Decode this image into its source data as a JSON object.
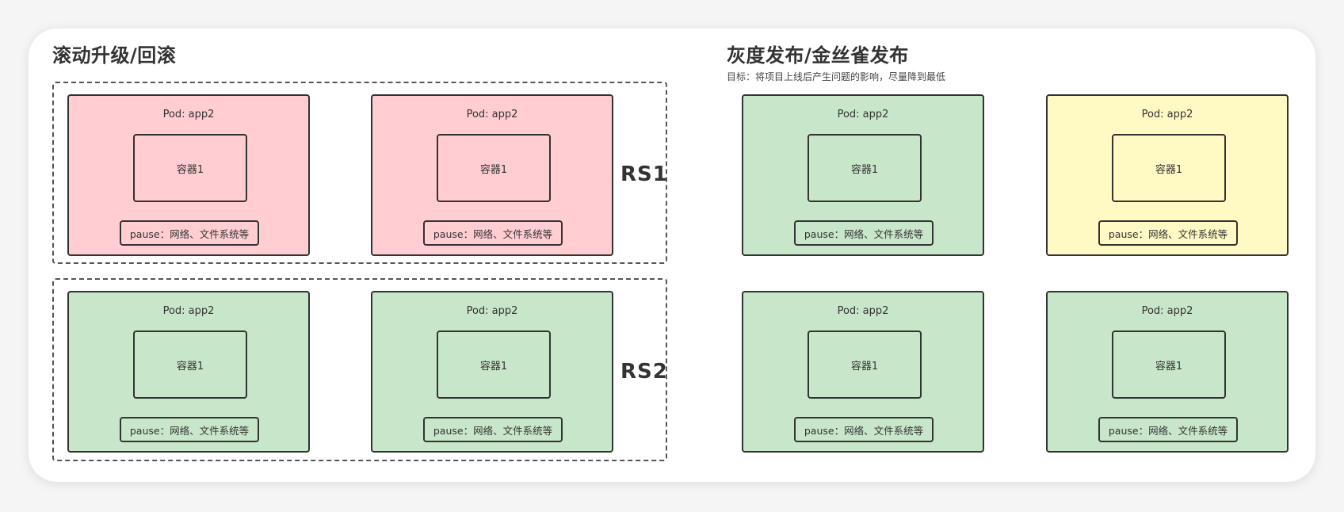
{
  "left_section": {
    "title": "滚动升级/回滚",
    "rs1_label": "RS1",
    "rs2_label": "RS2"
  },
  "right_section": {
    "title": "灰度发布/金丝雀发布",
    "subtitle": "目标：将项目上线后产生问题的影响，尽量降到最低"
  },
  "pods": [
    {
      "label": "Pod: app2",
      "container": "容器1",
      "pause": "pause：网络、文件系统等",
      "color": "#ffcdd2"
    },
    {
      "label": "Pod: app2",
      "container": "容器1",
      "pause": "pause：网络、文件系统等",
      "color": "#ffcdd2"
    },
    {
      "label": "Pod: app2",
      "container": "容器1",
      "pause": "pause：网络、文件系统等",
      "color": "#c8e6c9"
    },
    {
      "label": "Pod: app2",
      "container": "容器1",
      "pause": "pause：网络、文件系统等",
      "color": "#c8e6c9"
    },
    {
      "label": "Pod: app2",
      "container": "容器1",
      "pause": "pause：网络、文件系统等",
      "color": "#c8e6c9"
    },
    {
      "label": "Pod: app2",
      "container": "容器1",
      "pause": "pause：网络、文件系统等",
      "color": "#fff9c4"
    },
    {
      "label": "Pod: app2",
      "container": "容器1",
      "pause": "pause：网络、文件系统等",
      "color": "#c8e6c9"
    },
    {
      "label": "Pod: app2",
      "container": "容器1",
      "pause": "pause：网络、文件系统等",
      "color": "#c8e6c9"
    }
  ]
}
